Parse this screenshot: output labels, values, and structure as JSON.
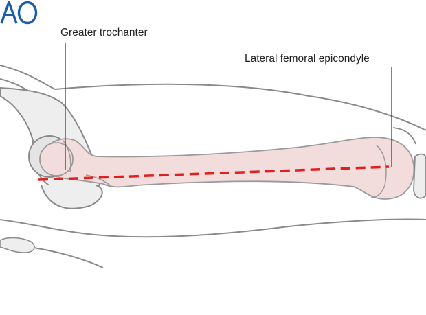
{
  "labels": {
    "greater_trochanter": "Greater trochanter",
    "lateral_femoral_epicondyle": "Lateral femoral epicondyle"
  },
  "logo": {
    "text": "AO",
    "color": "#1b5fa8"
  },
  "colors": {
    "bone_fill": "#f3dcdc",
    "bone_outline": "#9a9a9a",
    "body_outline": "#8a8a8a",
    "pelvis_fill": "#eeeeee",
    "axis_line": "#e02020",
    "pointer_line": "#333333"
  }
}
